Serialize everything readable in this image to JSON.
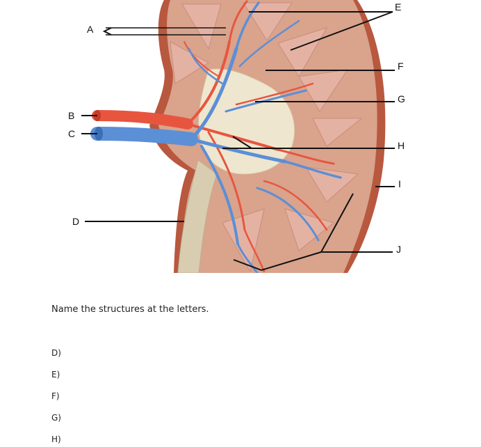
{
  "diagram": {
    "labels": [
      "A",
      "B",
      "C",
      "D",
      "E",
      "F",
      "G",
      "H",
      "I",
      "J"
    ]
  },
  "question": "Name the structures at the letters.",
  "answers": [
    "D)",
    "E)",
    "F)",
    "G)",
    "H)"
  ],
  "colors": {
    "capsule": "#b8583e",
    "cortex": "#d9a38c",
    "medulla": "#e4b2a3",
    "artery": "#e8553f",
    "vein": "#5b8fd6",
    "pelvis": "#efe6cf",
    "ureter": "#d8cdb1"
  }
}
